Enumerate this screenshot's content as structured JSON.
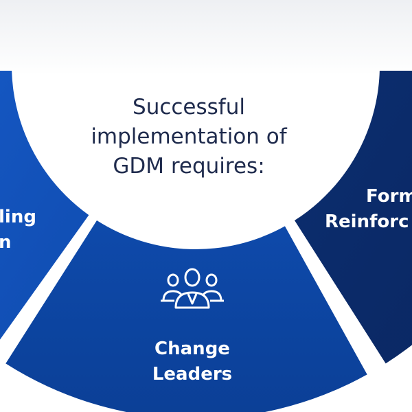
{
  "center": {
    "title_lines": [
      "Successful",
      "implementation of",
      "GDM requires:"
    ]
  },
  "segments": [
    {
      "id": "left",
      "lines": [
        "ling",
        "n"
      ],
      "color": "#1656c0"
    },
    {
      "id": "bottom",
      "lines": [
        "Change",
        "Leaders"
      ],
      "icon": "people-group-icon",
      "color": "#0d47a6"
    },
    {
      "id": "right",
      "lines": [
        "Form",
        "Reinforc"
      ],
      "color": "#0b2a68"
    }
  ]
}
